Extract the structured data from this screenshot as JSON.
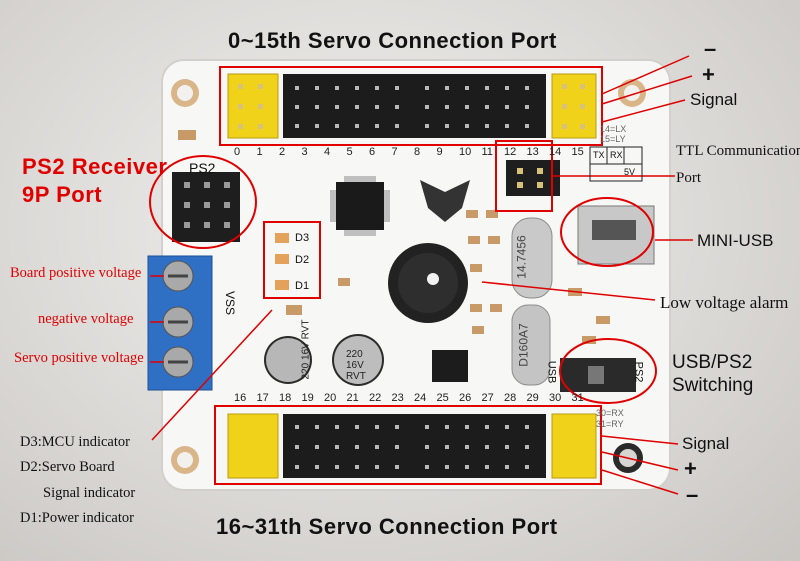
{
  "titles": {
    "top": "0~15th Servo Connection Port",
    "bottom": "16~31th Servo Connection Port"
  },
  "annotations": {
    "ps2_line1": "PS2 Receiver",
    "ps2_line2": "9P Port",
    "board_pos_voltage": "Board positive voltage",
    "negative_voltage": "negative voltage",
    "servo_pos_voltage": "Servo positive voltage",
    "d3": "D3:MCU indicator",
    "d2_line1": "D2:Servo Board",
    "d2_line2": "Signal indicator",
    "d1": "D1:Power indicator",
    "ttl_line1": "TTL Communication",
    "ttl_line2": "Port",
    "mini_usb": "MINI-USB",
    "low_voltage": "Low voltage alarm",
    "switch_line1": "USB/PS2",
    "switch_line2": "Switching",
    "top_minus": "–",
    "top_plus": "+",
    "top_signal": "Signal",
    "bottom_signal": "Signal",
    "bottom_plus": "+",
    "bottom_minus": "–"
  },
  "silkscreen": {
    "ps2": "PS2",
    "vss": "VSS",
    "d3": "D3",
    "d2": "D2",
    "d1": "D1",
    "lx": "14=LX",
    "ly": "15=LY",
    "rx": "30=RX",
    "ry": "31=RY",
    "tx": "TX",
    "rxl": "RX",
    "v5": "5V",
    "crystal": "14.7456",
    "d160": "D160A7",
    "usb": "USB",
    "ps2sw": "PS2",
    "cap1_1": "220",
    "cap1_2": "16V",
    "cap1_3": "RVT",
    "cap2_1": "220",
    "cap2_2": "16V",
    "cap2_3": "RVT",
    "top_numbers": [
      "0",
      "1",
      "2",
      "3",
      "4",
      "5",
      "6",
      "7",
      "8",
      "9",
      "10",
      "11",
      "12",
      "13",
      "14",
      "15"
    ],
    "bottom_numbers": [
      "16",
      "17",
      "18",
      "19",
      "20",
      "21",
      "22",
      "23",
      "24",
      "25",
      "26",
      "27",
      "28",
      "29",
      "30",
      "31"
    ]
  },
  "colors": {
    "board": "#f7f7f5",
    "header_yellow": "#f1d21a",
    "header_black": "#1c1c1c",
    "terminal_blue": "#2f6fc4",
    "annotation_red": "#e00000"
  }
}
